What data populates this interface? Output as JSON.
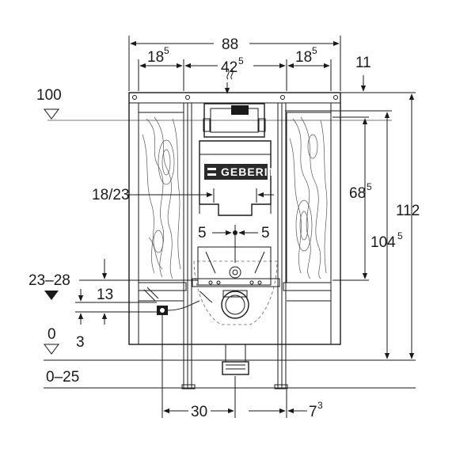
{
  "dimensions": {
    "overall_width": "88",
    "left_side_base": "18",
    "left_side_sup": "5",
    "center_base": "42",
    "center_sup": "5",
    "right_side_base": "18",
    "right_side_sup": "5",
    "top_offset": "11",
    "level_100": "100",
    "height_112": "112",
    "height_104_base": "104",
    "height_104_sup": "5",
    "height_68_base": "68",
    "height_68_sup": "5",
    "connection_18_23": "18/23",
    "offset_left_5": "5",
    "offset_right_5": "5",
    "level_23_28": "23–28",
    "level_13": "13",
    "level_3": "3",
    "level_0": "0",
    "level_0_25": "0–25",
    "bottom_30": "30",
    "bottom_7_base": "7",
    "bottom_7_sup": "3"
  },
  "brand": {
    "label": "GEBERIT"
  }
}
